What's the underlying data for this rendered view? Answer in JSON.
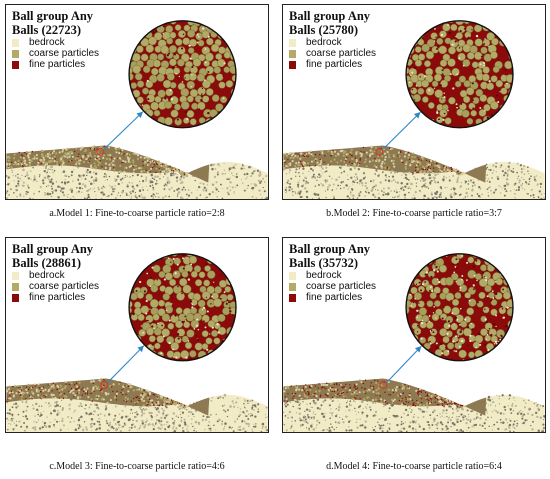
{
  "colors": {
    "bedrock": "#f2ecc6",
    "coarse": "#b3aa66",
    "fine": "#8b0a0a",
    "arrow": "#2f86c6"
  },
  "legend_labels": {
    "title": "Ball group Any",
    "bedrock": "bedrock",
    "coarse": "coarse particles",
    "fine": "fine particles"
  },
  "panels": [
    {
      "balls": "Balls (22723)",
      "caption": "a.Model 1: Fine-to-coarse particle ratio=2:8",
      "fine_fraction": 0.2
    },
    {
      "balls": "Balls (25780)",
      "caption": "b.Model 2: Fine-to-coarse particle ratio=3:7",
      "fine_fraction": 0.3
    },
    {
      "balls": "Balls (28861)",
      "caption": "c.Model 3: Fine-to-coarse particle ratio=4:6",
      "fine_fraction": 0.4
    },
    {
      "balls": "Balls (35732)",
      "caption": "d.Model 4: Fine-to-coarse particle ratio=6:4",
      "fine_fraction": 0.6
    }
  ]
}
